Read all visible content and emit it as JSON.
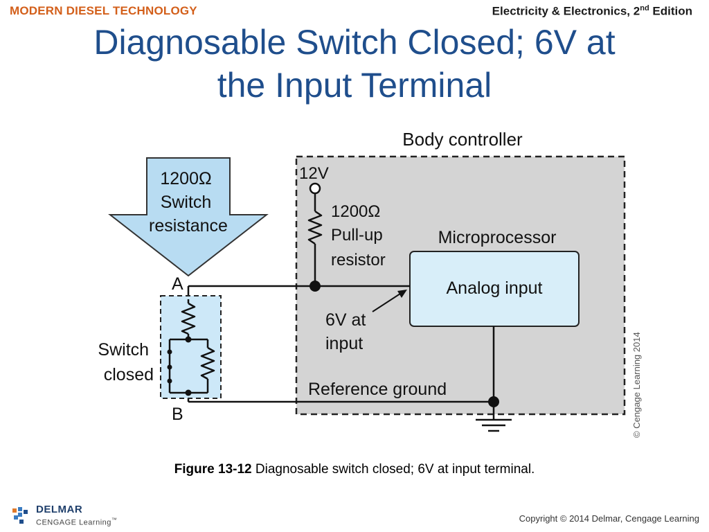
{
  "header": {
    "brand_left": "MODERN DIESEL TECHNOLOGY",
    "brand_right_main": "Electricity & Electronics, 2",
    "brand_right_sup": "nd",
    "brand_right_tail": " Edition"
  },
  "title": {
    "line1": "Diagnosable Switch Closed; 6V at",
    "line2": "the Input Terminal"
  },
  "diagram": {
    "body_controller_label": "Body controller",
    "supply_label": "12V",
    "pullup_label": [
      "1200Ω",
      "Pull-up",
      "resistor"
    ],
    "micro_label": "Microprocessor",
    "analog_input_label": "Analog input",
    "voltage_label": [
      "6V at",
      "input"
    ],
    "reference_ground_label": "Reference ground",
    "switch_res_label": [
      "1200Ω",
      "Switch",
      "resistance"
    ],
    "terminal_a": "A",
    "terminal_b": "B",
    "switch_state_label": [
      "Switch",
      "closed"
    ],
    "watermark": "© Cengage Learning 2014",
    "colors": {
      "controller_fill": "#d4d4d4",
      "chip_fill": "#d8eef9",
      "arrow_fill": "#b8dcf2",
      "switch_fill": "#cde8f8"
    }
  },
  "caption": {
    "figure": "Figure 13-12",
    "text": " Diagnosable switch closed; 6V at input terminal."
  },
  "footer": {
    "logo_name": "DELMAR",
    "logo_sub": "CENGAGE Learning",
    "logo_tm": "™",
    "copyright": "Copyright © 2014 Delmar, Cengage Learning"
  }
}
